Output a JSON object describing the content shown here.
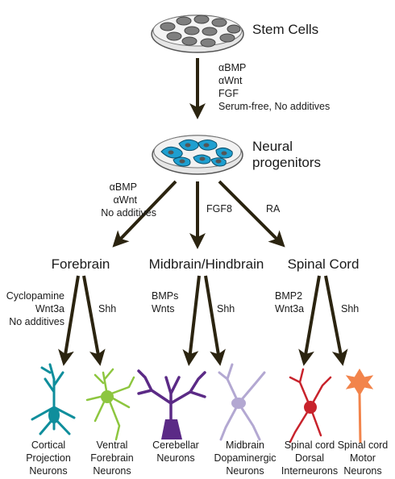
{
  "stages": {
    "stem_cells": "Stem Cells",
    "neural_progenitors": [
      "Neural",
      "progenitors"
    ]
  },
  "conditions": {
    "to_progenitors": [
      "αBMP",
      "αWnt",
      "FGF",
      "Serum-free, No additives"
    ],
    "to_forebrain": [
      "αBMP",
      "αWnt",
      "No additives"
    ],
    "to_midbrain": "FGF8",
    "to_spinal": "RA"
  },
  "regions": {
    "forebrain": "Forebrain",
    "midbrain": "Midbrain/Hindbrain",
    "spinal": "Spinal Cord"
  },
  "region_conditions": {
    "forebrain_left": [
      "Cyclopamine",
      "Wnt3a",
      "No additives"
    ],
    "forebrain_right": "Shh",
    "midbrain_left": [
      "BMPs",
      "Wnts"
    ],
    "midbrain_right": "Shh",
    "spinal_left": [
      "BMP2",
      "Wnt3a"
    ],
    "spinal_right": "Shh"
  },
  "neurons": [
    {
      "label": [
        "Cortical",
        "Projection",
        "Neurons"
      ],
      "color": "#0f8e9c"
    },
    {
      "label": [
        "Ventral",
        "Forebrain",
        "Neurons"
      ],
      "color": "#8dc63f"
    },
    {
      "label": [
        "Cerebellar",
        "Neurons"
      ],
      "color": "#5b2a86"
    },
    {
      "label": [
        "Midbrain",
        "Dopaminergic",
        "Neurons"
      ],
      "color": "#b3a8d2"
    },
    {
      "label": [
        "Spinal cord",
        "Dorsal",
        "Interneurons"
      ],
      "color": "#c8232c"
    },
    {
      "label": [
        "Spinal cord",
        "Motor",
        "Neurons"
      ],
      "color": "#f2844b"
    }
  ],
  "colors": {
    "arrow": "#2b2410",
    "cell_fill": "#8a8a8a",
    "progenitor_fill": "#1e9fd0"
  }
}
